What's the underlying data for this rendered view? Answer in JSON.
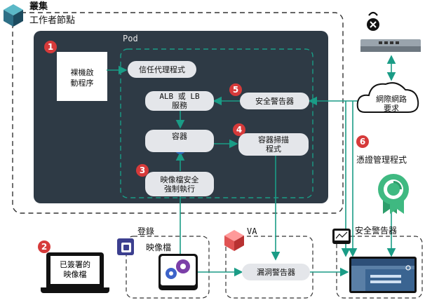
{
  "cluster": {
    "title": "叢集",
    "node_label": "工作者節點"
  },
  "pod": {
    "title": "Pod"
  },
  "components": {
    "bare_metal_boot": "裸機啟\n動程序",
    "trust_agent": "信任代理程式",
    "alb_service": "ALB 或 LB\n服務",
    "security_alerter_pod": "安全警告器",
    "container": "容器",
    "container_scanner": "容器掃描\n程式",
    "image_enforcement": "映像檔安全\n強制執行"
  },
  "external": {
    "network_request": "網際網路\n要求",
    "cert_manager": "憑證管理程式",
    "registry_label": "登錄",
    "image_label": "映像檔",
    "signed_image": "已簽署的\n映像檔",
    "va_label": "VA",
    "vuln_advisor": "漏洞警告器",
    "security_advisor_label": "安全警告器"
  },
  "badges": [
    "1",
    "2",
    "3",
    "4",
    "5",
    "6"
  ],
  "icons": [
    "cluster-cube-icon",
    "router-icon",
    "blocked-icon",
    "cloud-icon",
    "certificate-ribbon-icon",
    "registry-icon",
    "gears-icon",
    "va-icon",
    "monitor-icon",
    "browser-window-icon",
    "laptop-icon",
    "kubernetes-icon"
  ],
  "colors": {
    "pod_bg": "#2e3a45",
    "connector": "#1a9c86",
    "badge": "#d63a3a",
    "pill_bg": "#e4e6ea"
  }
}
